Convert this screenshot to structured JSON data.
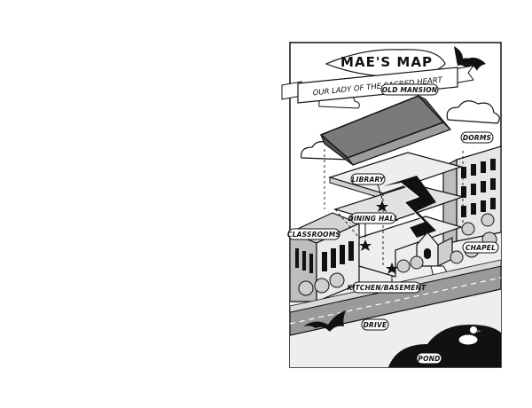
{
  "map": {
    "title": "MAE'S MAP",
    "title_connector": "OF",
    "subtitle": "OUR LADY OF THE SACRED HEART",
    "labels": {
      "old_mansion": "OLD MANSION",
      "dorms": "DORMS",
      "library": "LIBRARY",
      "dining_hall": "DINING HALL",
      "classrooms": "CLASSROOMS",
      "chapel": "CHAPEL",
      "kitchen_basement": "KITCHEN/BASEMENT",
      "drive": "DRIVE",
      "pond": "POND"
    }
  },
  "colors": {
    "ink": "#111111",
    "roof": "#7a7a7a",
    "wall_light": "#e6e6e6",
    "wall_mid": "#c8c8c8",
    "road": "#9a9a9a",
    "grass": "#d9d9d9",
    "pond": "#111111"
  }
}
